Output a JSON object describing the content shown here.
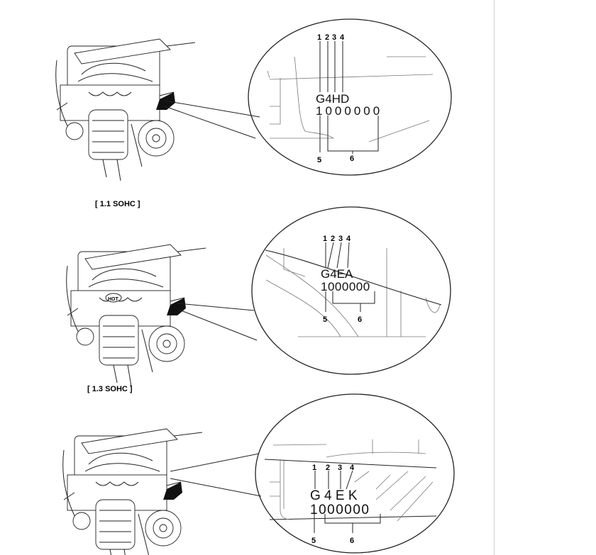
{
  "panels": [
    {
      "caption": "[ 1.1 SOHC ]",
      "code": "G4HD",
      "serial": "1000000",
      "callouts": [
        "1",
        "2",
        "3",
        "4",
        "5",
        "6"
      ]
    },
    {
      "caption": "[ 1.3 SOHC ]",
      "code": "G4EA",
      "serial": "1000000",
      "callouts": [
        "1",
        "2",
        "3",
        "4",
        "5",
        "6"
      ]
    },
    {
      "caption": "",
      "code": "G 4 E K",
      "serial": "1000000",
      "callouts": [
        "1",
        "2",
        "3",
        "4",
        "5",
        "6"
      ]
    }
  ],
  "engine_label": "HOT"
}
